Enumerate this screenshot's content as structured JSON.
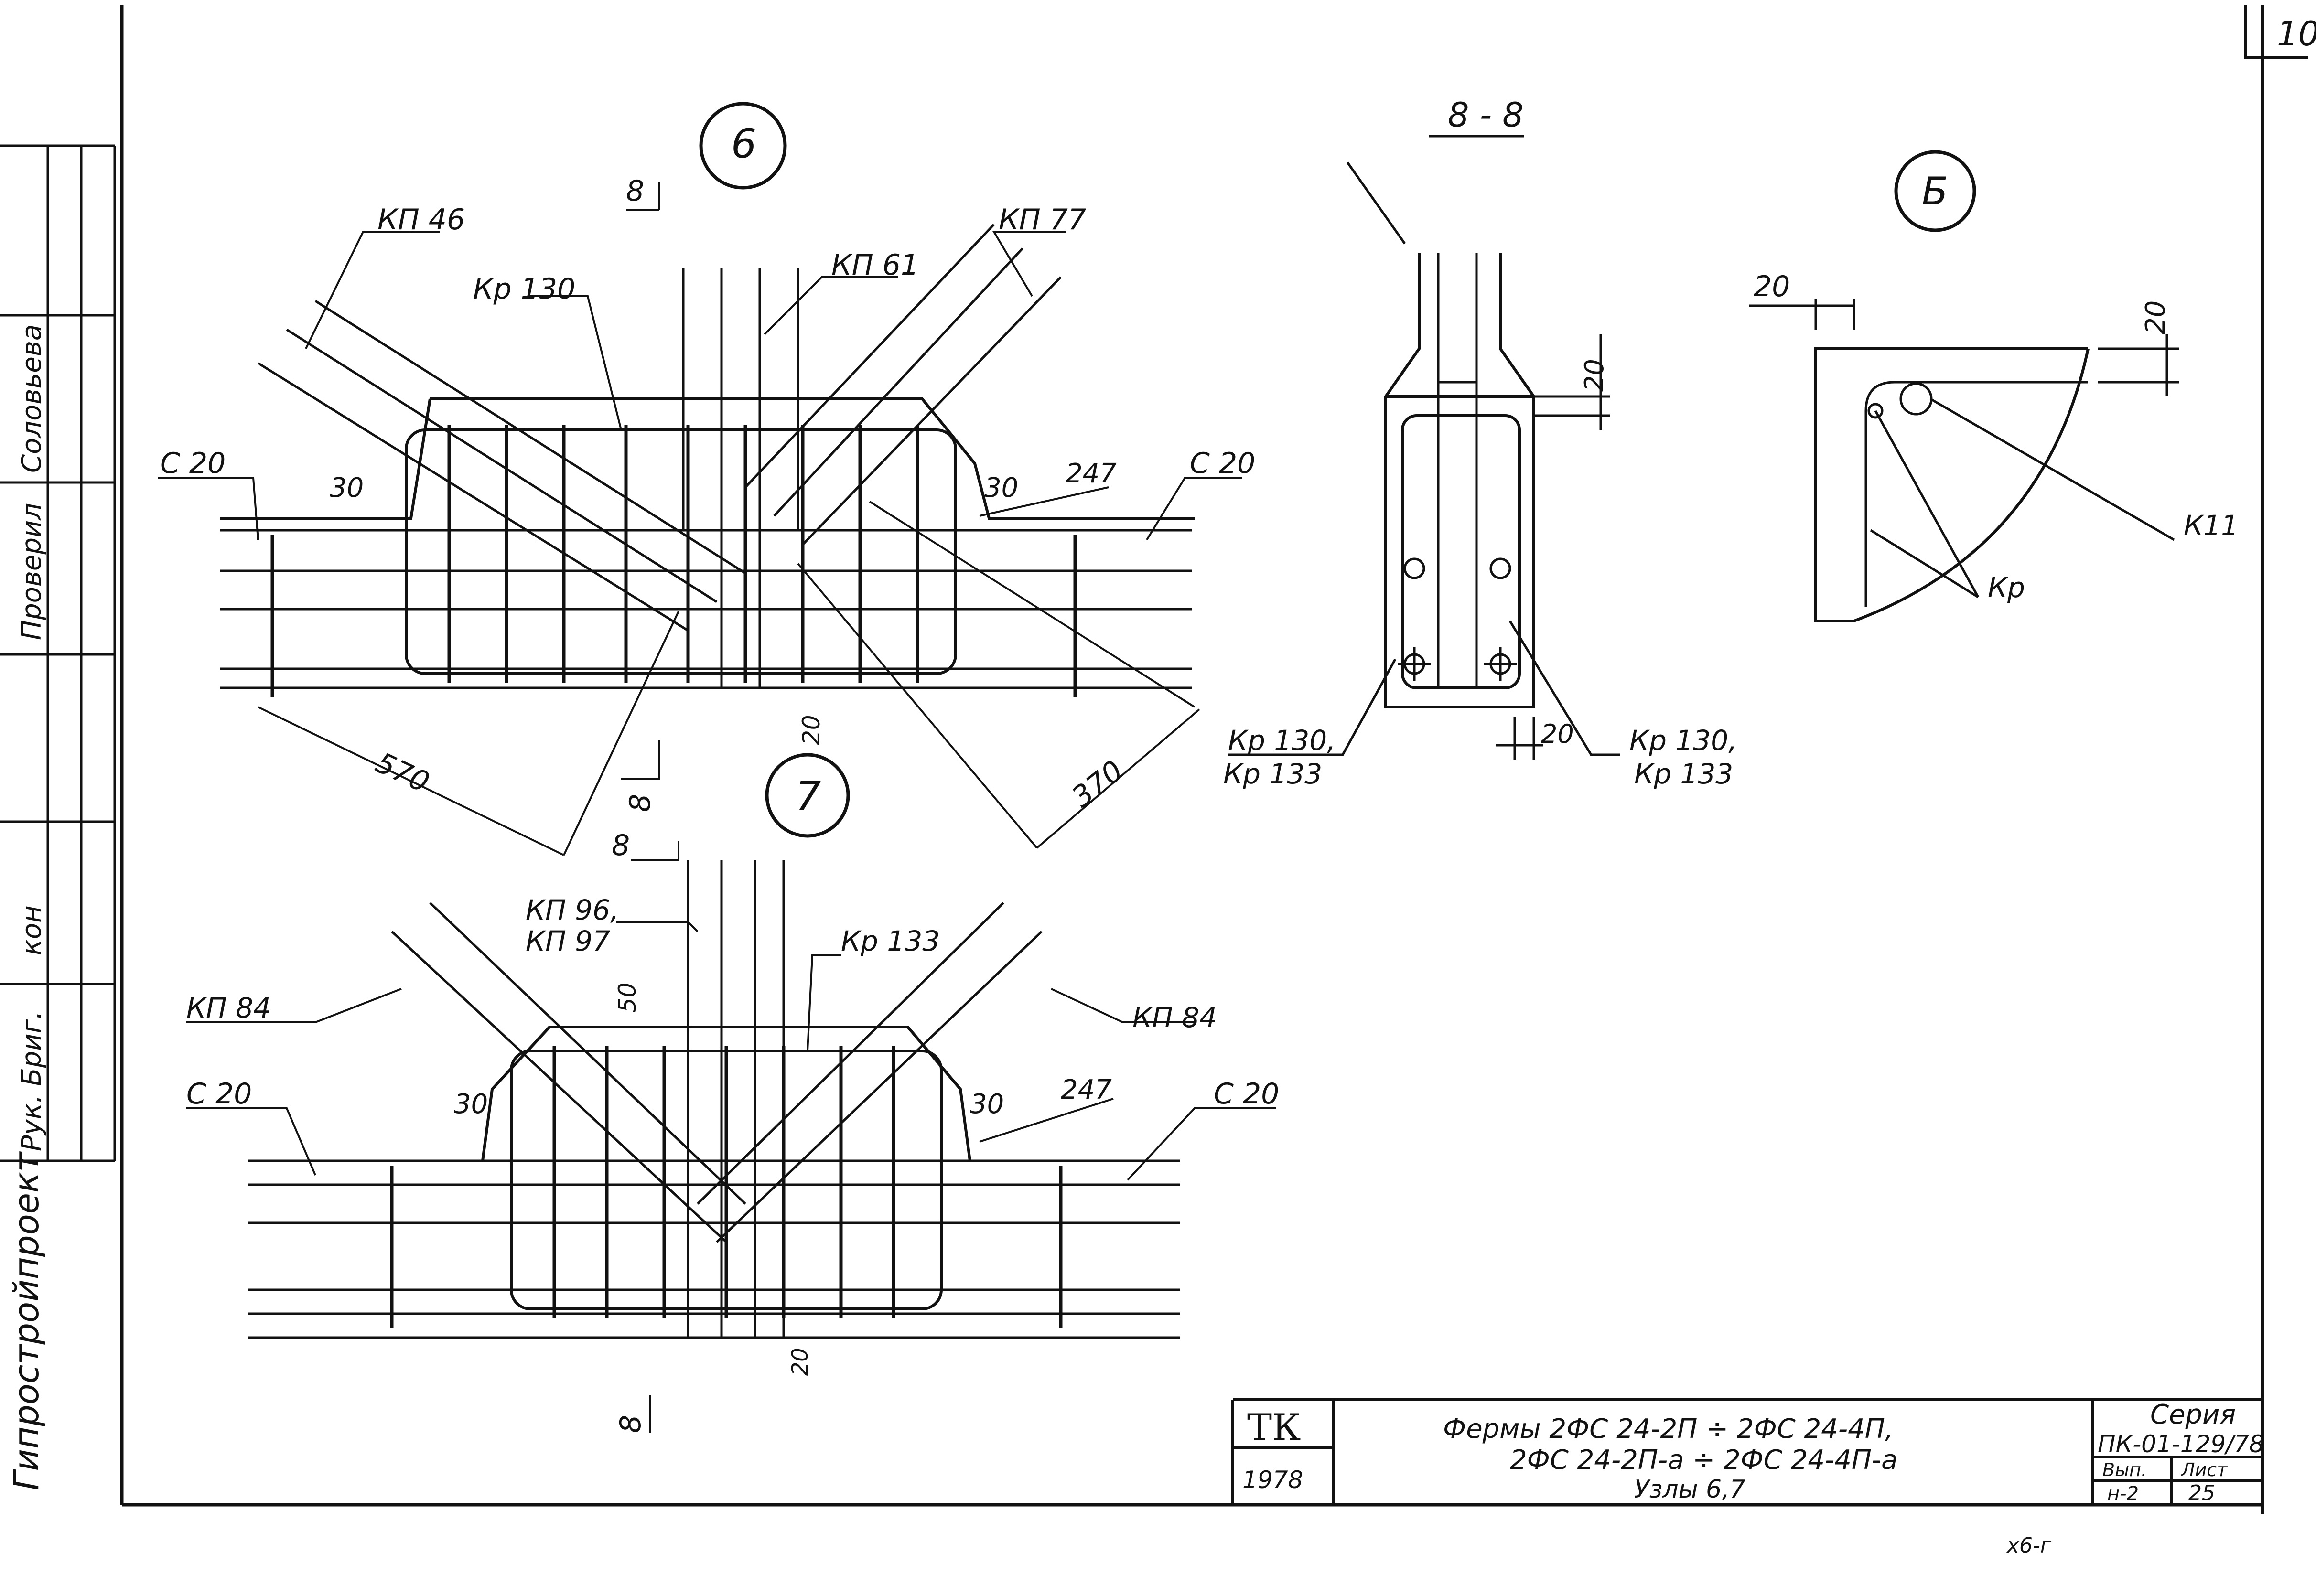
{
  "sheet_corner": "10",
  "left_strip": {
    "org": "Гипростройпроект",
    "roles": [
      "Рук. Бриг.",
      "кон",
      "Проверил",
      "Соловьева"
    ]
  },
  "node6": {
    "marker": "6",
    "labels": [
      "КП 46",
      "Кр 130",
      "КП 61",
      "КП 77",
      "С 20",
      "С 20",
      "30",
      "30",
      "247",
      "570",
      "370",
      "20"
    ],
    "section": [
      "8",
      "8"
    ]
  },
  "node7": {
    "marker": "7",
    "labels": [
      "КП 96,",
      "КП 97",
      "Кр 133",
      "КП 84",
      "КП 84",
      "С 20",
      "С 20",
      "50",
      "30",
      "30",
      "247",
      "20"
    ],
    "section": [
      "8",
      "8"
    ]
  },
  "section88": {
    "title": "8 - 8",
    "labels": [
      "20",
      "20",
      "Кр 130,",
      "Кр 133",
      "Кр 130,",
      "Кр 133"
    ]
  },
  "nodeB": {
    "marker": "Б",
    "labels": [
      "20",
      "20",
      "К11",
      "Кр"
    ]
  },
  "stamp": {
    "org": "ТК",
    "year": "1978",
    "title_line1": "Фермы 2ФС 24-2П ÷ 2ФС 24-4П,",
    "title_line2": "2ФС 24-2П-а ÷ 2ФС 24-4П-а",
    "title_line3": "Узлы 6,7",
    "series_label": "Серия",
    "series_value": "ПК-01-129/78",
    "issue_label": "Вып.",
    "issue_value": "н-2",
    "sheet_label": "Лист",
    "sheet_value": "25"
  },
  "footer_note": "х6-г"
}
